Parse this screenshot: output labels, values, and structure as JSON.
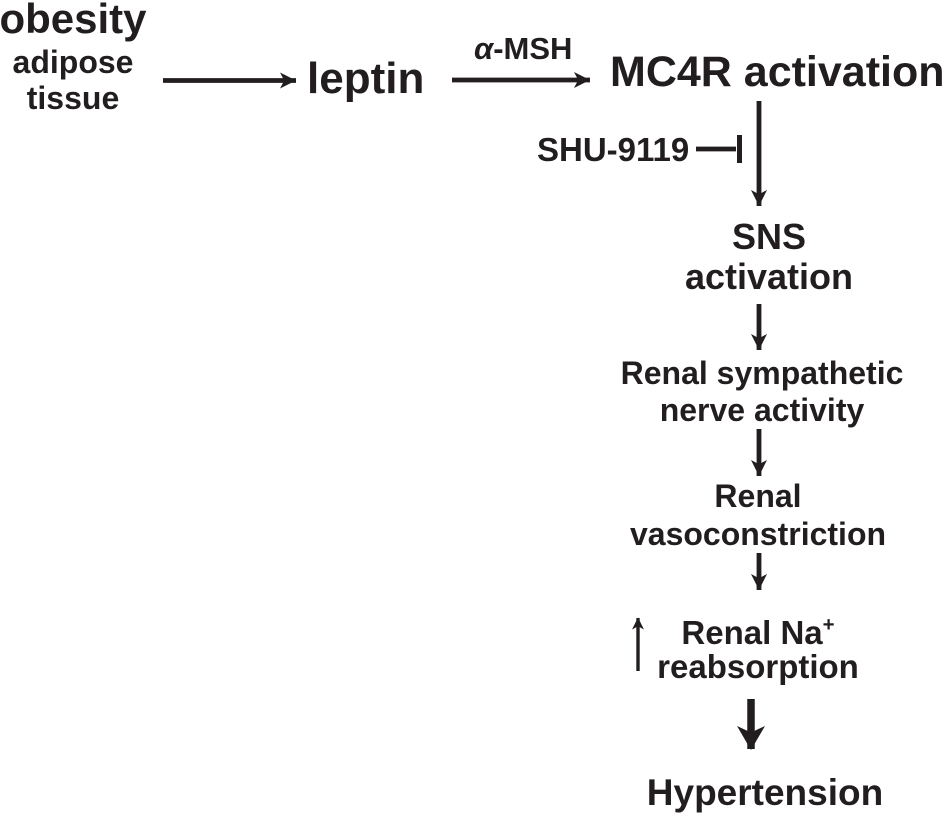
{
  "figure": {
    "type": "signaling-pathway-flow-diagram",
    "background_color": "#ffffff",
    "ink_color": "#221e1f",
    "nodes": {
      "obesity": {
        "label": "obesity",
        "sub_line1": "adipose",
        "sub_line2": "tissue"
      },
      "leptin": {
        "label": "leptin"
      },
      "alpha_msh": {
        "alpha": "α",
        "suffix": "-MSH"
      },
      "mc4r": {
        "label": "MC4R activation"
      },
      "shu9119": {
        "label": "SHU-9119"
      },
      "sns": {
        "line1": "SNS",
        "line2": "activation"
      },
      "renal_sympathetic": {
        "line1": "Renal sympathetic",
        "line2": "nerve activity"
      },
      "renal_vasoconstriction": {
        "line1": "Renal",
        "line2": "vasoconstriction"
      },
      "renal_na_reabsorption": {
        "line1_main": "Renal Na",
        "line1_sup": "+",
        "line2": "reabsorption"
      },
      "hypertension": {
        "label": "Hypertension"
      }
    },
    "edges": [
      {
        "from": "obesity (adipose tissue)",
        "to": "leptin",
        "type": "arrow"
      },
      {
        "from": "leptin",
        "to": "MC4R activation",
        "type": "arrow",
        "label": "α-MSH"
      },
      {
        "from": "MC4R activation",
        "to": "SNS activation",
        "type": "arrow"
      },
      {
        "from": "SHU-9119",
        "to": "MC4R activation → SNS activation arrow",
        "type": "inhibition"
      },
      {
        "from": "SNS activation",
        "to": "Renal sympathetic nerve activity",
        "type": "arrow"
      },
      {
        "from": "Renal sympathetic nerve activity",
        "to": "Renal vasoconstriction",
        "type": "arrow"
      },
      {
        "from": "Renal vasoconstriction",
        "to": "Renal Na+ reabsorption",
        "type": "arrow"
      },
      {
        "from": "Renal Na+ reabsorption",
        "to": "Hypertension",
        "type": "thick-arrow"
      },
      {
        "at": "Renal Na+ reabsorption",
        "type": "increase-indicator",
        "symbol": "up-arrow"
      }
    ]
  }
}
